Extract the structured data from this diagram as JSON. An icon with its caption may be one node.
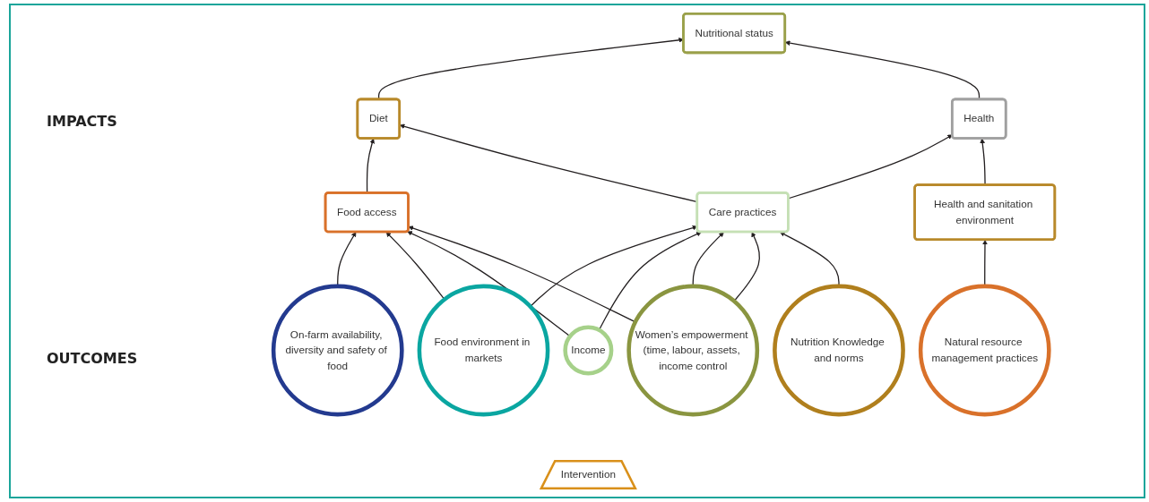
{
  "diagram": {
    "nodes": [
      {
        "text": [
          "Nutritional status"
        ]
      },
      {
        "text": [
          "Diet"
        ]
      },
      {
        "text": [
          "Health"
        ]
      },
      {
        "text": [
          "Food access"
        ]
      },
      {
        "text": [
          "Care practices"
        ]
      },
      {
        "text": [
          "Health and sanitation environment"
        ]
      },
      {
        "text": [
          "On-farm availability, diversity and safety of food"
        ]
      },
      {
        "text": [
          "Food environment in markets"
        ]
      },
      {
        "text": [
          "Income"
        ]
      },
      {
        "text": [
          "Women’s empowerment (time, labour, assets, income control"
        ]
      },
      {
        "text": [
          "Nutrition Knowledge and norms"
        ]
      },
      {
        "text": [
          "Natural resource management practices"
        ]
      },
      {
        "text": [
          "Intervention"
        ]
      }
    ],
    "edges": [
      {
        "from": 1,
        "to": 0,
        "arrow": "to"
      },
      {
        "from": 2,
        "to": 0,
        "arrow": "to"
      },
      {
        "from": 3,
        "to": 1,
        "arrow": "to"
      },
      {
        "from": 4,
        "to": 1,
        "arrow": "to"
      },
      {
        "from": 4,
        "to": 2,
        "arrow": "to"
      },
      {
        "from": 5,
        "to": 2,
        "arrow": "to"
      },
      {
        "from": 6,
        "to": 3,
        "arrow": "to"
      },
      {
        "from": 7,
        "to": 3,
        "arrow": "to"
      },
      {
        "from": 8,
        "to": 3,
        "arrow": "to"
      },
      {
        "from": 9,
        "to": 3,
        "arrow": "to"
      },
      {
        "from": 7,
        "to": 4,
        "arrow": "to"
      },
      {
        "from": 8,
        "to": 4,
        "arrow": "to"
      },
      {
        "from": 9,
        "to": 4,
        "arrow": "to"
      },
      {
        "from": 9,
        "to": 4,
        "arrow": "to"
      },
      {
        "from": 10,
        "to": 4,
        "arrow": "to"
      },
      {
        "from": 11,
        "to": 5,
        "arrow": "to"
      }
    ],
    "labels": [
      "IMPACTS",
      "OUTCOMES"
    ]
  }
}
